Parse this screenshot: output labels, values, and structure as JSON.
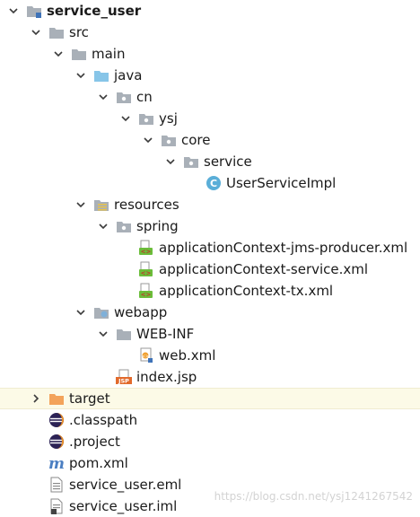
{
  "tree": [
    {
      "label": "service_user",
      "arrow": "down",
      "icon": "module-folder-icon",
      "depth": 0,
      "bold": true
    },
    {
      "label": "src",
      "arrow": "down",
      "icon": "folder-icon",
      "depth": 1
    },
    {
      "label": "main",
      "arrow": "down",
      "icon": "folder-icon",
      "depth": 2
    },
    {
      "label": "java",
      "arrow": "down",
      "icon": "source-folder-icon",
      "depth": 3
    },
    {
      "label": "cn",
      "arrow": "down",
      "icon": "package-icon",
      "depth": 4
    },
    {
      "label": "ysj",
      "arrow": "down",
      "icon": "package-icon",
      "depth": 5
    },
    {
      "label": "core",
      "arrow": "down",
      "icon": "package-icon",
      "depth": 6
    },
    {
      "label": "service",
      "arrow": "down",
      "icon": "package-icon",
      "depth": 7
    },
    {
      "label": "UserServiceImpl",
      "arrow": "none",
      "icon": "java-class-icon",
      "depth": 8
    },
    {
      "label": "resources",
      "arrow": "down",
      "icon": "resources-folder-icon",
      "depth": 3
    },
    {
      "label": "spring",
      "arrow": "down",
      "icon": "package-icon",
      "depth": 4
    },
    {
      "label": "applicationContext-jms-producer.xml",
      "arrow": "none",
      "icon": "spring-xml-icon",
      "depth": 5
    },
    {
      "label": "applicationContext-service.xml",
      "arrow": "none",
      "icon": "spring-xml-icon",
      "depth": 5
    },
    {
      "label": "applicationContext-tx.xml",
      "arrow": "none",
      "icon": "spring-xml-icon",
      "depth": 5
    },
    {
      "label": "webapp",
      "arrow": "down",
      "icon": "web-folder-icon",
      "depth": 3
    },
    {
      "label": "WEB-INF",
      "arrow": "down",
      "icon": "folder-icon",
      "depth": 4
    },
    {
      "label": "web.xml",
      "arrow": "none",
      "icon": "web-xml-icon",
      "depth": 5
    },
    {
      "label": "index.jsp",
      "arrow": "none",
      "icon": "jsp-icon",
      "depth": 4
    },
    {
      "label": "target",
      "arrow": "right",
      "icon": "excluded-folder-icon",
      "depth": 1,
      "selected": true
    },
    {
      "label": ".classpath",
      "arrow": "none",
      "icon": "eclipse-icon",
      "depth": 1
    },
    {
      "label": ".project",
      "arrow": "none",
      "icon": "eclipse-icon",
      "depth": 1
    },
    {
      "label": "pom.xml",
      "arrow": "none",
      "icon": "maven-icon",
      "depth": 1
    },
    {
      "label": "service_user.eml",
      "arrow": "none",
      "icon": "text-file-icon",
      "depth": 1
    },
    {
      "label": "service_user.iml",
      "arrow": "none",
      "icon": "module-file-icon",
      "depth": 1
    }
  ],
  "watermark": "https://blog.csdn.net/ysj1241267542",
  "colors": {
    "selected_row": "#fcfae7",
    "folder": "#a9b0b8",
    "source_folder": "#87c5e8",
    "excluded_folder": "#f3a35a",
    "class_icon": "#5aaed8",
    "arrow": "#3c3c3c"
  }
}
